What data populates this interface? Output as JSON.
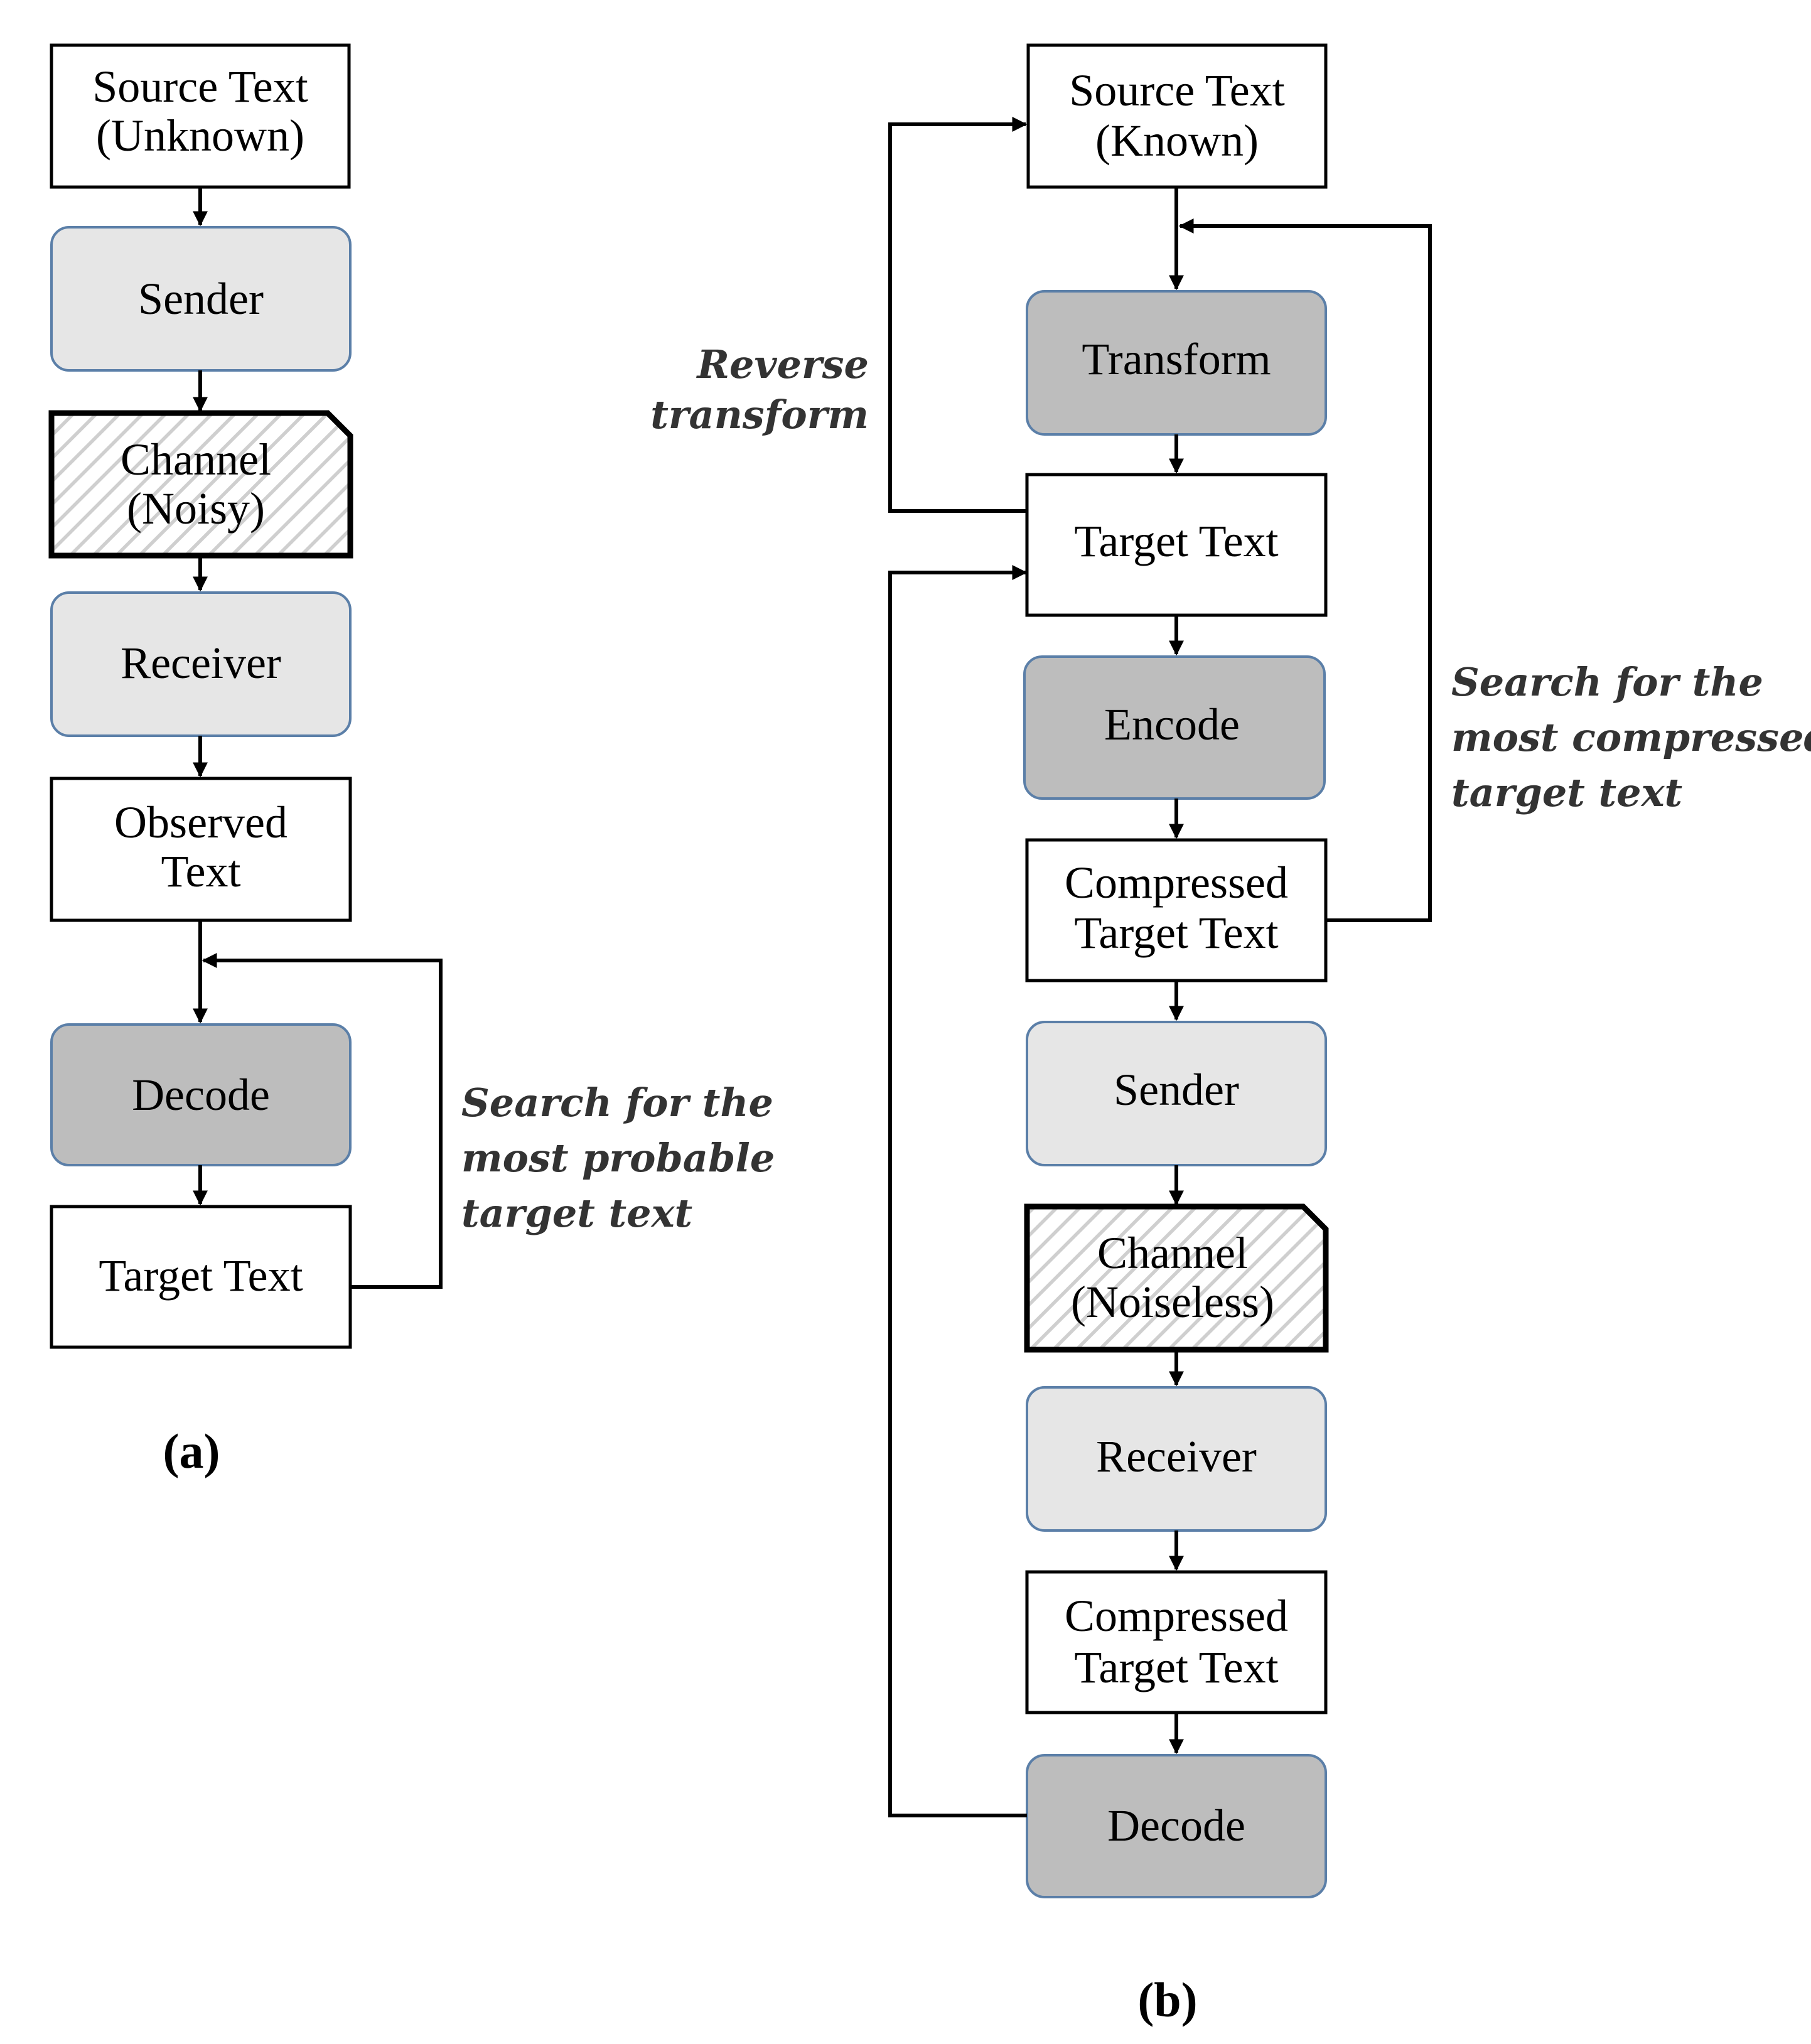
{
  "diagram_a": {
    "source_text": [
      "Source Text",
      "(Unknown)"
    ],
    "sender": "Sender",
    "channel": [
      "Channel",
      "(Noisy)"
    ],
    "receiver": "Receiver",
    "observed_text": [
      "Observed",
      "Text"
    ],
    "decode": "Decode",
    "target_text": "Target Text",
    "search_label": [
      "Search for the",
      "most probable",
      "target text"
    ],
    "caption": "(a)"
  },
  "diagram_b": {
    "source_text": [
      "Source Text",
      "(Known)"
    ],
    "transform": "Transform",
    "target_text": "Target Text",
    "encode": "Encode",
    "compressed_1": [
      "Compressed",
      "Target Text"
    ],
    "sender": "Sender",
    "channel": [
      "Channel",
      "(Noiseless)"
    ],
    "receiver": "Receiver",
    "compressed_2": [
      "Compressed",
      "Target Text"
    ],
    "decode": "Decode",
    "reverse_label": [
      "Reverse",
      "transform"
    ],
    "search_label": [
      "Search for the",
      "most compressed",
      "target text"
    ],
    "caption": "(b)"
  },
  "colors": {
    "light_fill": "#e6e6e6",
    "dark_fill": "#bdbdbd",
    "box_border_blue": "#5b7fa8",
    "line": "#000000"
  }
}
